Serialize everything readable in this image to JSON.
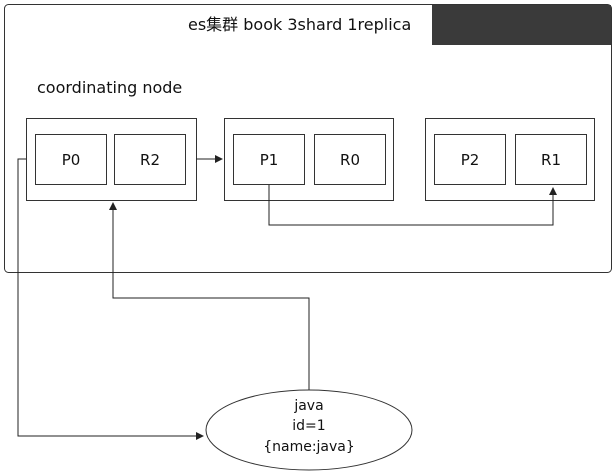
{
  "diagram": {
    "cluster_title": "es集群 book 3shard 1replica",
    "coordinating_label": "coordinating node",
    "nodes": [
      {
        "shards": [
          "P0",
          "R2"
        ]
      },
      {
        "shards": [
          "P1",
          "R0"
        ]
      },
      {
        "shards": [
          "P2",
          "R1"
        ]
      }
    ],
    "document": {
      "line1": "java",
      "line2": "id=1",
      "line3": "{name:java}"
    },
    "redacted_color": "#3a3a3a"
  }
}
